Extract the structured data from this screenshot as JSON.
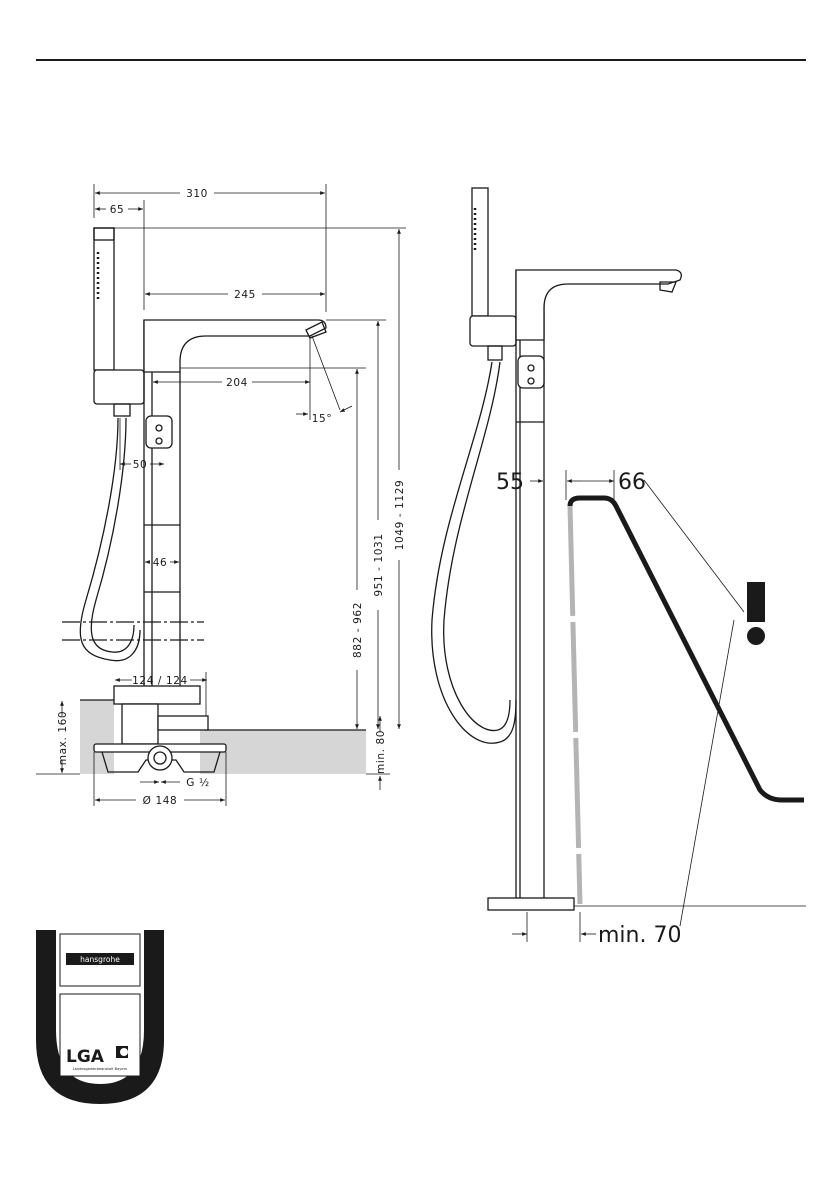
{
  "dimensions": {
    "total_width": "310",
    "handshower_offset": "65",
    "spout_reach": "245",
    "body_to_spout": "204",
    "spout_angle": "15°",
    "hose_connector": "50",
    "column_width": "46",
    "wall_distances": "124 / 124",
    "max_depth": "max. 160",
    "min_depth": "min. 80",
    "thread": "G ½",
    "base_diameter": "Ø 148",
    "spout_height": "882 - 962",
    "column_height": "951 - 1031",
    "overall_height": "1049 - 1129"
  },
  "side_view": {
    "distance_55": "55",
    "distance_66": "66",
    "min_70": "min. 70"
  },
  "badge": {
    "brand": "hansgrohe",
    "cert": "LGA",
    "cert_sub": "Landesgewerbeanstalt Bayern"
  },
  "colors": {
    "line": "#1a1a1a",
    "floor_fill": "#d6d6d6",
    "hatch_gray": "#b4b4b4"
  }
}
